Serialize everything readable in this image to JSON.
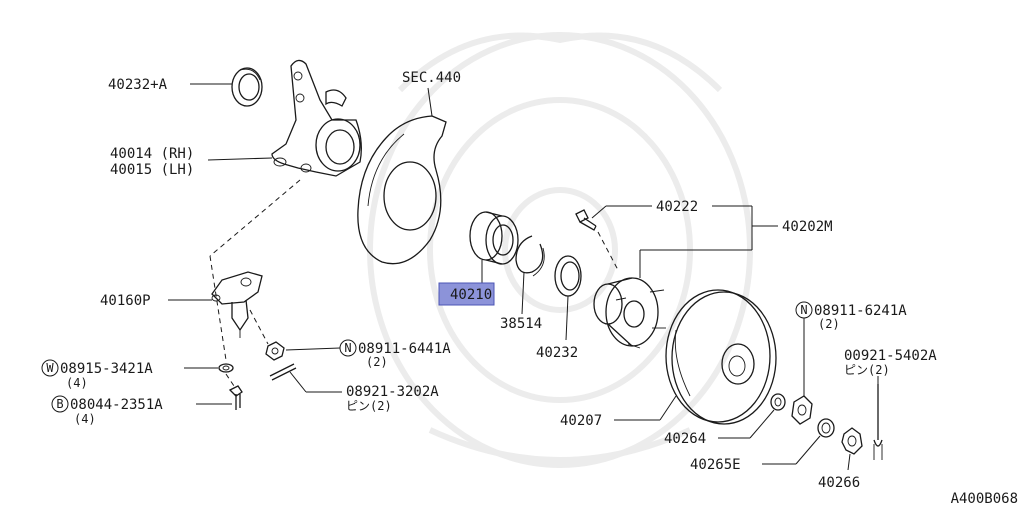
{
  "diagram_id": "A400B068",
  "labels": {
    "knuckle_seal": "40232+A",
    "knuckle_rh": "40014 (RH)",
    "knuckle_lh": "40015 (LH)",
    "ball_joint": "40160P",
    "washer_code": "08915-3421A",
    "washer_qty": "(4)",
    "bolt_code": "08044-2351A",
    "bolt_qty": "(4)",
    "nut_code": "08911-6441A",
    "nut_qty": "(2)",
    "pin_code": "08921-3202A",
    "pin_qty": "ピン(2)",
    "dust_cover": "SEC.440",
    "bearing": "40210",
    "snap_ring": "38514",
    "hub_seal": "40232",
    "hub_bolt": "40222",
    "hub_assembly": "40202M",
    "rotor": "40207",
    "washer_264": "40264",
    "washer_265e": "40265E",
    "castle_nut": "40266",
    "axle_nut_code": "08911-6241A",
    "axle_nut_qty": "(2)",
    "cotter_code": "00921-5402A",
    "cotter_qty": "ピン(2)"
  },
  "markers": {
    "washer": "W",
    "bolt": "B",
    "nut": "N",
    "axle_nut": "N"
  }
}
